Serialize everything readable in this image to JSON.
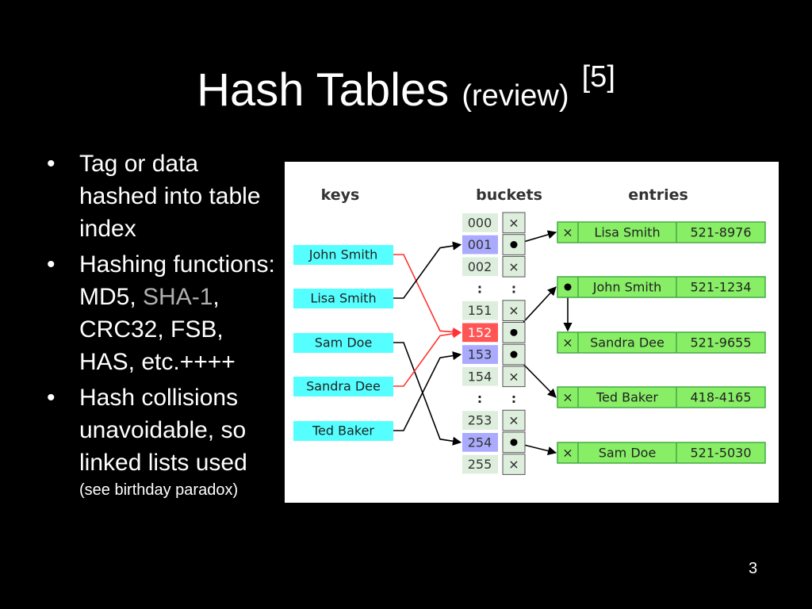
{
  "slide": {
    "title": "Hash Tables",
    "title_sub": "(review)",
    "title_ref": "[5]",
    "page_number": "3"
  },
  "bullets": {
    "b1": "Tag or data hashed into table index",
    "b2_prefix": "Hashing functions: MD5, ",
    "b2_highlight": "SHA-1",
    "b2_suffix": ", CRC32, FSB, HAS, etc.++++",
    "b3": "Hash collisions unavoidable, so linked lists used",
    "b3_note": "(see birthday paradox)",
    "bullet_glyph": "•"
  },
  "diagram": {
    "headers": {
      "keys": "keys",
      "buckets": "buckets",
      "entries": "entries"
    },
    "keys": [
      "John Smith",
      "Lisa Smith",
      "Sam Doe",
      "Sandra Dee",
      "Ted Baker"
    ],
    "buckets": [
      {
        "index": "000",
        "pointer": "×",
        "style": "empty"
      },
      {
        "index": "001",
        "pointer": "●",
        "style": "used"
      },
      {
        "index": "002",
        "pointer": "×",
        "style": "empty"
      },
      {
        "index": ":",
        "pointer": ":",
        "style": "gap"
      },
      {
        "index": "151",
        "pointer": "×",
        "style": "empty"
      },
      {
        "index": "152",
        "pointer": "●",
        "style": "collision"
      },
      {
        "index": "153",
        "pointer": "●",
        "style": "used"
      },
      {
        "index": "154",
        "pointer": "×",
        "style": "empty"
      },
      {
        "index": ":",
        "pointer": ":",
        "style": "gap"
      },
      {
        "index": "253",
        "pointer": "×",
        "style": "empty"
      },
      {
        "index": "254",
        "pointer": "●",
        "style": "used"
      },
      {
        "index": "255",
        "pointer": "×",
        "style": "empty"
      }
    ],
    "entries": [
      {
        "next": "×",
        "name": "Lisa Smith",
        "phone": "521-8976"
      },
      {
        "next": "●",
        "name": "John Smith",
        "phone": "521-1234"
      },
      {
        "next": "×",
        "name": "Sandra Dee",
        "phone": "521-9655"
      },
      {
        "next": "×",
        "name": "Ted Baker",
        "phone": "418-4165"
      },
      {
        "next": "×",
        "name": "Sam Doe",
        "phone": "521-5030"
      }
    ],
    "colors": {
      "key_fill": "#55ffff",
      "bucket_fill": "#ddeedd",
      "used_fill": "#aaaaff",
      "collision_fill": "#ff5555",
      "entry_fill": "#88ee66",
      "arrow_black": "#000000",
      "arrow_red": "#ff3333"
    }
  }
}
